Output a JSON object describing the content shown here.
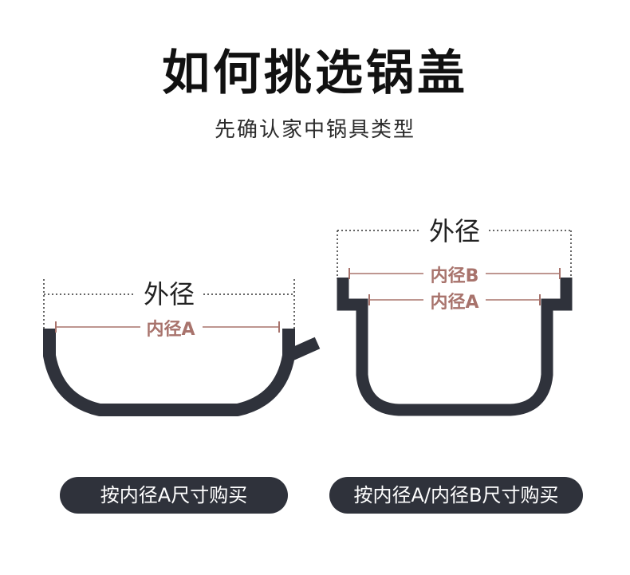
{
  "title": "如何挑选锅盖",
  "subtitle": "先确认家中锅具类型",
  "left_pot": {
    "outer_label": "外径",
    "inner_label": "内径A",
    "button_label": "按内径A尺寸购买"
  },
  "right_pot": {
    "outer_label": "外径",
    "inner_b_label": "内径B",
    "inner_a_label": "内径A",
    "button_label": "按内径A/内径B尺寸购买"
  },
  "colors": {
    "pot": "#2f323b",
    "measure": "#a8736c",
    "text_dark": "#111111",
    "background": "#ffffff"
  }
}
